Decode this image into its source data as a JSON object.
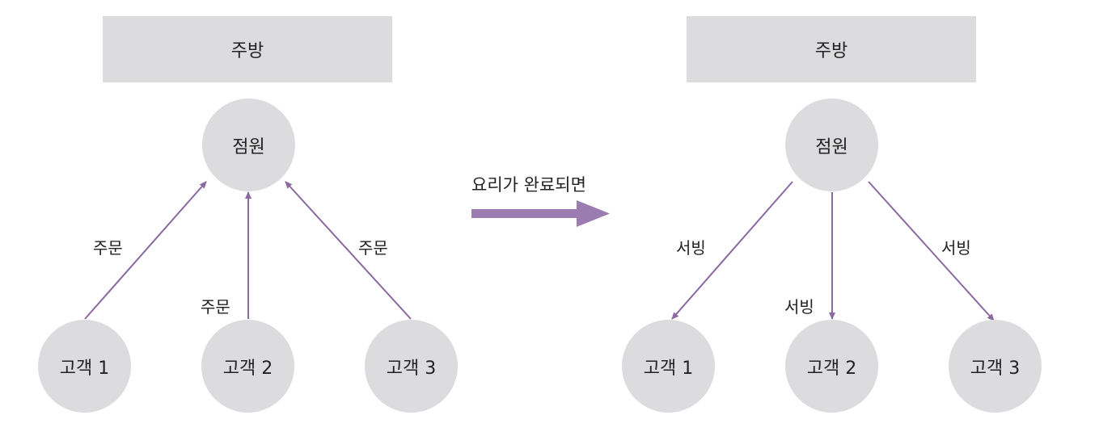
{
  "left": {
    "kitchen": "주방",
    "staff": "점원",
    "customers": [
      "고객 1",
      "고객 2",
      "고객 3"
    ],
    "edge_labels": [
      "주문",
      "주문",
      "주문"
    ]
  },
  "transition": {
    "label": "요리가 완료되면",
    "arrow_color": "#9b7bb0"
  },
  "right": {
    "kitchen": "주방",
    "staff": "점원",
    "customers": [
      "고객 1",
      "고객 2",
      "고객 3"
    ],
    "edge_labels": [
      "서빙",
      "서빙",
      "서빙"
    ]
  },
  "colors": {
    "node_fill": "#dcdcde",
    "edge": "#8a6aa0",
    "text": "#222222"
  }
}
